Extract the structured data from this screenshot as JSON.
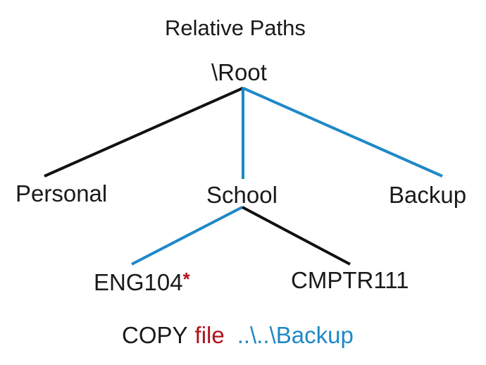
{
  "title": "Relative Paths",
  "colors": {
    "text": "#1a1a1a",
    "black_edge": "#111111",
    "blue_edge": "#1e88c7",
    "marker": "#b0101a",
    "file": "#b0101a",
    "path": "#1e88c7"
  },
  "nodes": {
    "root": "\\Root",
    "personal": "Personal",
    "school": "School",
    "backup": "Backup",
    "eng104": "ENG104",
    "eng104_marker": "*",
    "cmptr111": "CMPTR111"
  },
  "edges": [
    {
      "from": "root",
      "to": "personal",
      "color": "black_edge"
    },
    {
      "from": "root",
      "to": "school",
      "color": "blue_edge"
    },
    {
      "from": "root",
      "to": "backup",
      "color": "blue_edge"
    },
    {
      "from": "school",
      "to": "eng104",
      "color": "blue_edge"
    },
    {
      "from": "school",
      "to": "cmptr111",
      "color": "black_edge"
    }
  ],
  "command": {
    "keyword": "COPY",
    "file": "file",
    "path": "..\\..\\Backup"
  }
}
